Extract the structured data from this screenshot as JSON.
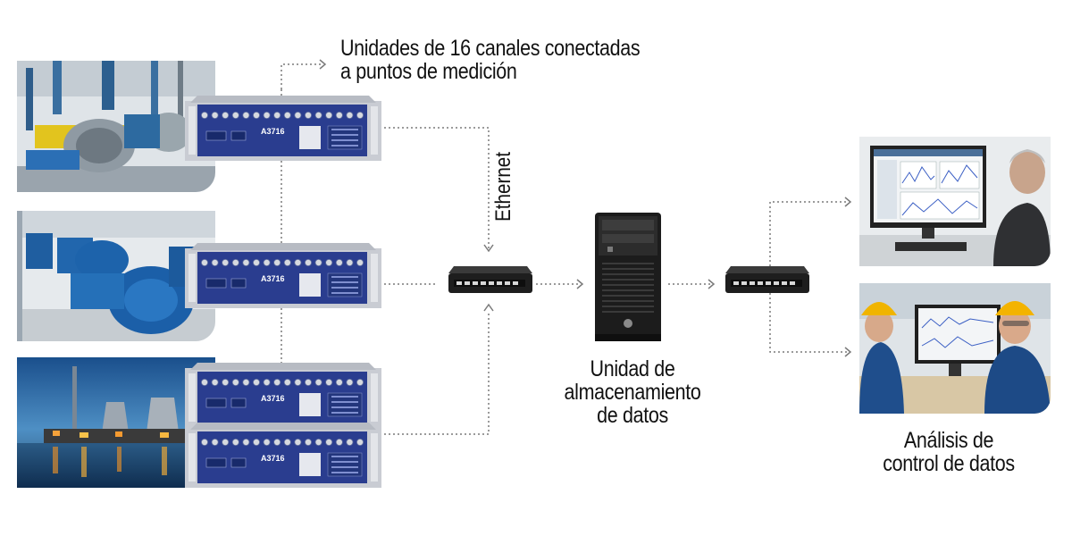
{
  "labels": {
    "units_line1": "Unidades de 16 canales conectadas",
    "units_line2": "a puntos de medición",
    "ethernet": "Ethernet",
    "storage_line1": "Unidad de",
    "storage_line2": "almacenamiento",
    "storage_line3": "de datos",
    "analysis_line1": "Análisis de",
    "analysis_line2": "control de datos"
  },
  "device": {
    "model": "A3716"
  },
  "icons": {
    "pump_photo": "industrial-pump-photo",
    "motor_photo": "electric-motor-photo",
    "plant_photo": "power-plant-photo",
    "switch": "network-switch-icon",
    "server": "tower-server-icon",
    "analyst1": "operator-at-monitor-photo",
    "analyst2": "engineers-at-monitor-photo"
  },
  "colors": {
    "unit_panel": "#2a3d8f",
    "unit_frame": "#c9ccd3",
    "connector": "#7a7a7a",
    "text": "#111111"
  }
}
